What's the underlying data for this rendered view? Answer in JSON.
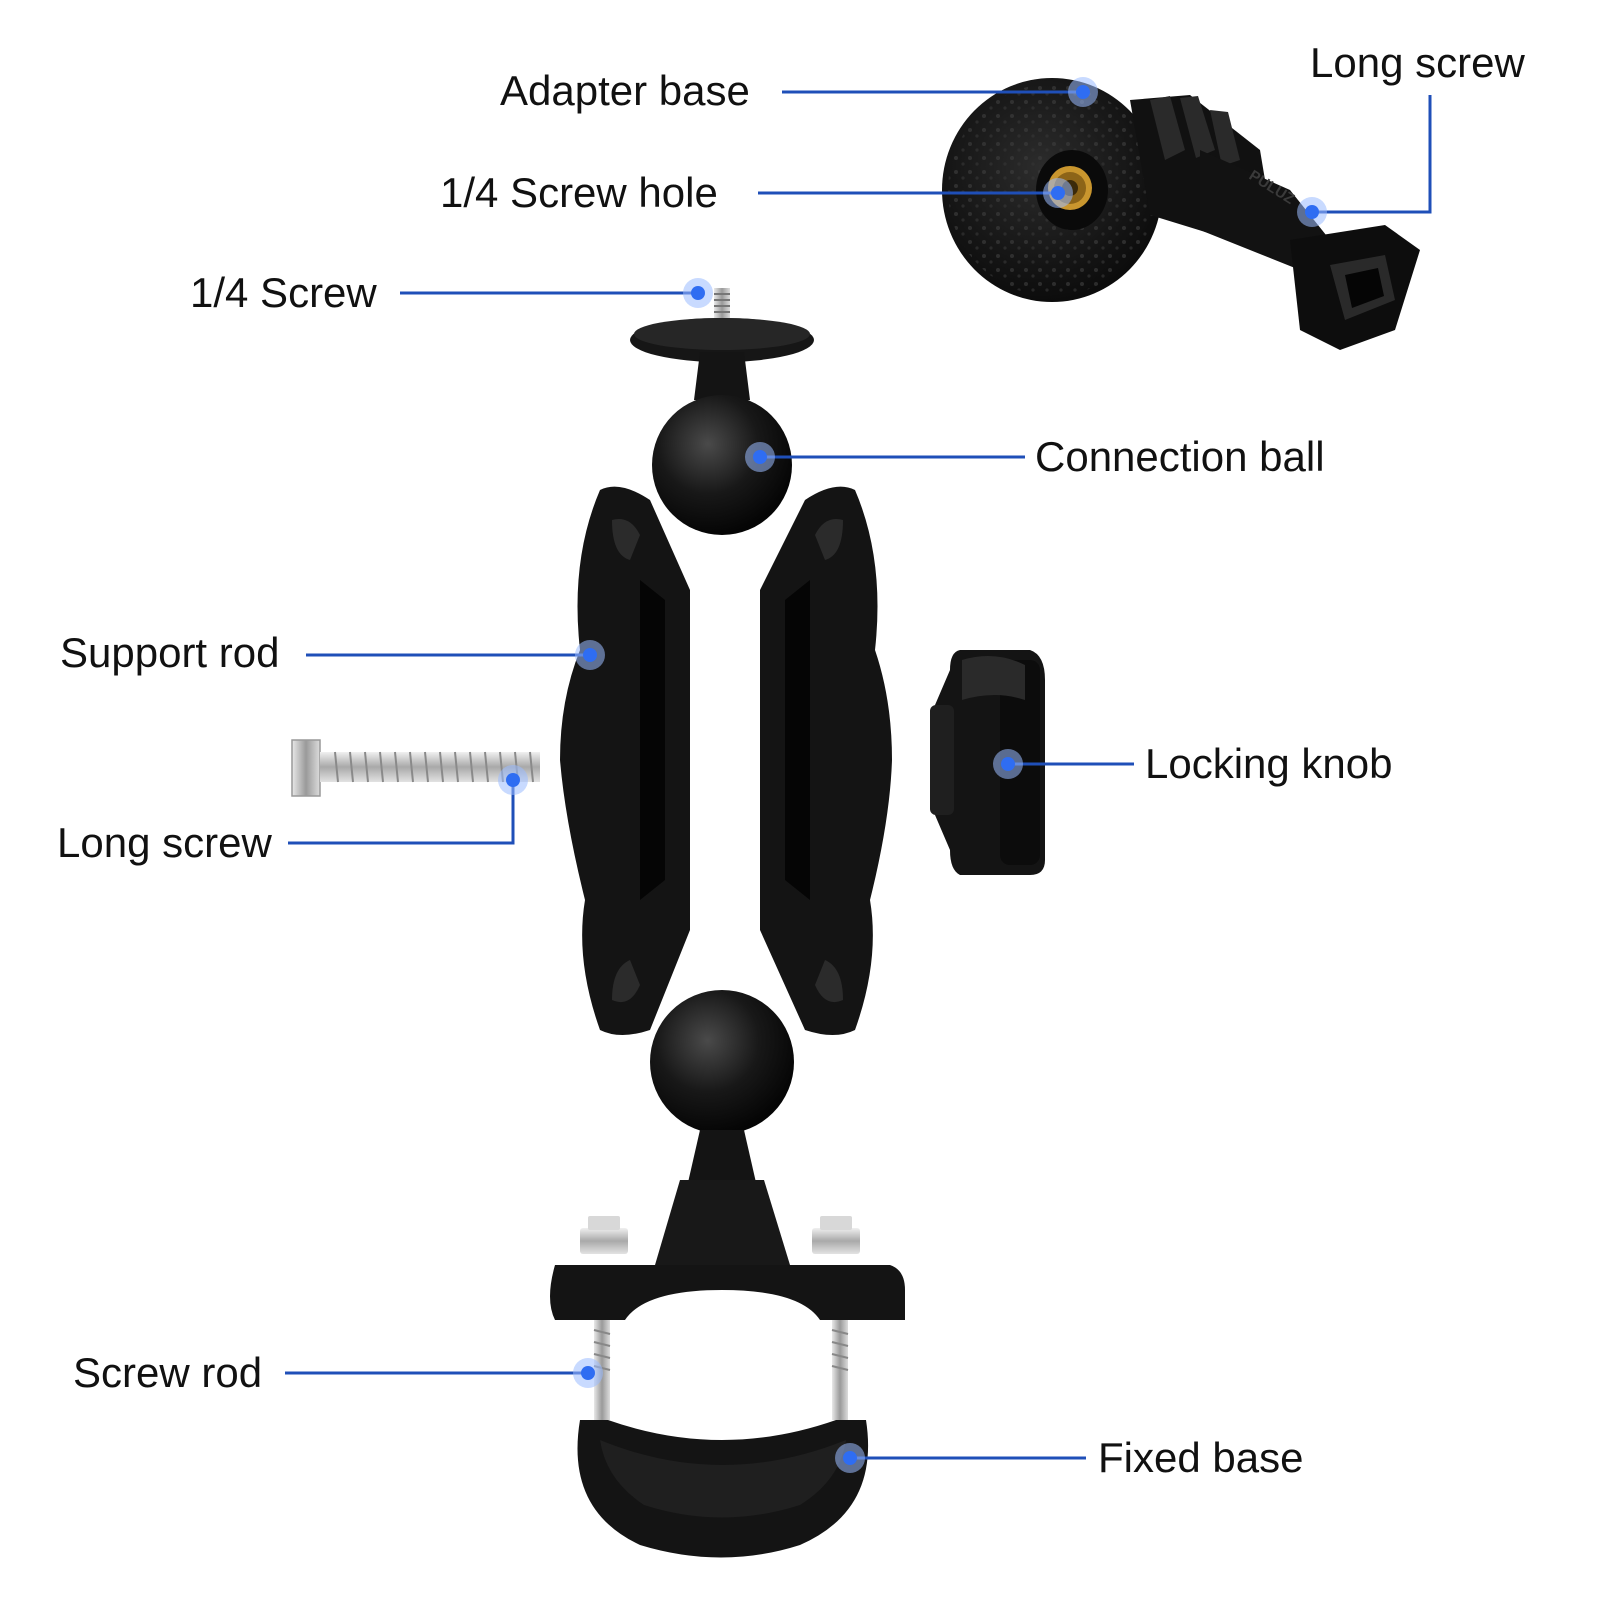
{
  "colors": {
    "leader_line": "#1f4fb8",
    "dot": "#2f6df2",
    "dot_glow": "#9bbcff",
    "part_black": "#151515",
    "part_dark": "#0b0b0b",
    "metal": "#c8c8c8",
    "brass": "#c9962e",
    "background": "#ffffff"
  },
  "labels": {
    "adapter_base": "Adapter base",
    "long_screw_top": "Long screw",
    "screw_hole": "1/4 Screw hole",
    "quarter_screw": "1/4 Screw",
    "connection_ball": "Connection ball",
    "support_rod": "Support rod",
    "locking_knob": "Locking knob",
    "long_screw_left": "Long screw",
    "screw_rod": "Screw rod",
    "fixed_base": "Fixed base"
  },
  "parts": {
    "adapter_logo_text": "PULUZ",
    "icons": [
      "adapter-base-disc-icon",
      "gopro-adapter-arm-icon",
      "quarter-screw-ball-head-icon",
      "connection-ball-icon",
      "support-rod-half-icon",
      "locking-knob-icon",
      "long-hex-bolt-icon",
      "handlebar-clamp-icon"
    ]
  }
}
